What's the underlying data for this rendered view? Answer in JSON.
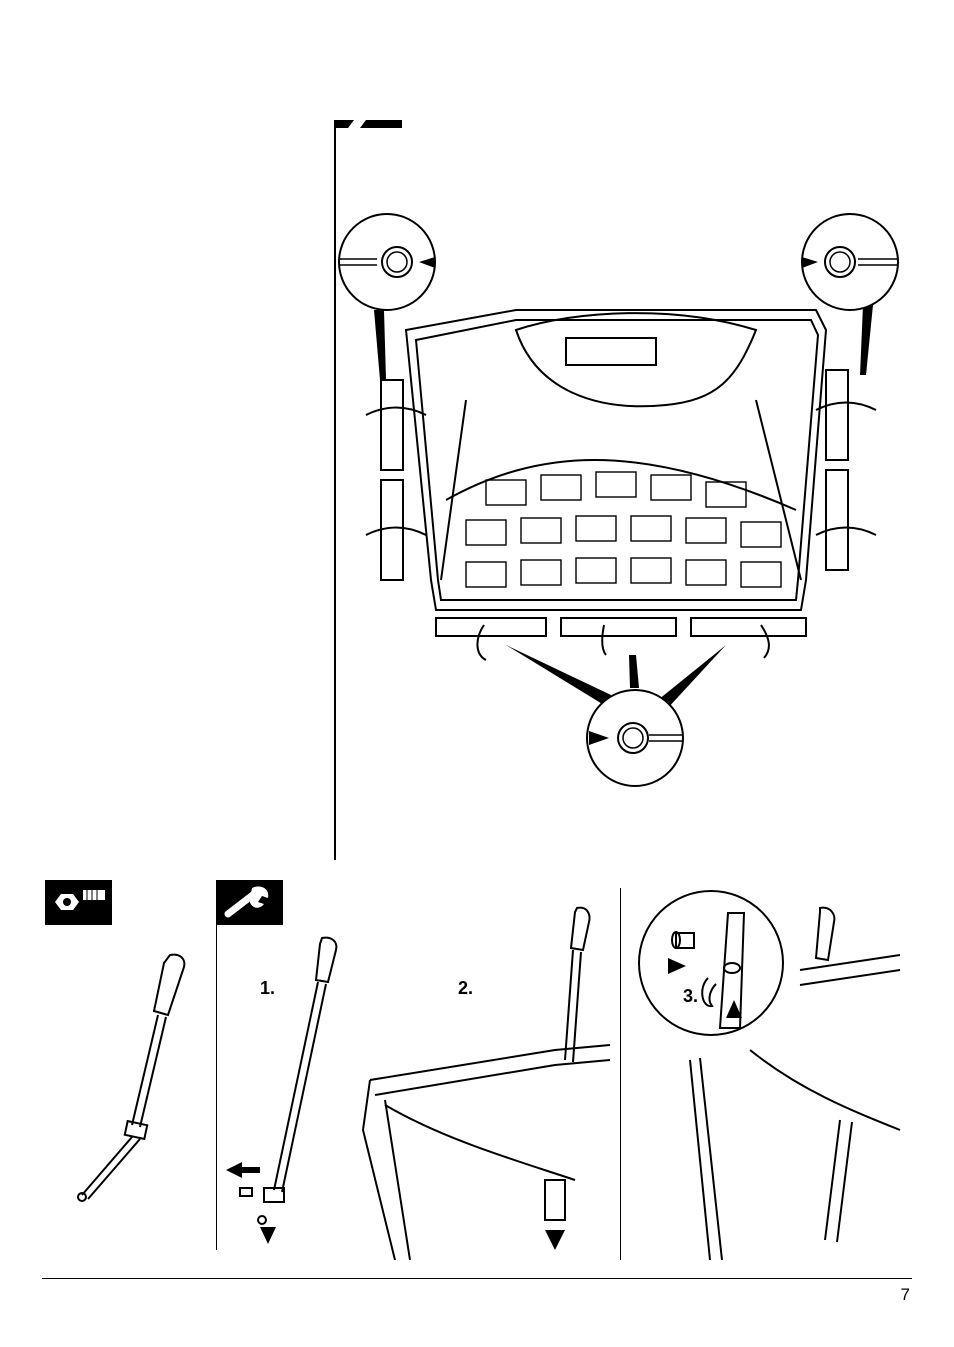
{
  "steps": {
    "step1": "1.",
    "step2": "2.",
    "step3": "3."
  },
  "footer": {
    "page_number": "7"
  },
  "icons": {
    "top_section": "speed-mark-icon",
    "parts": "nut-bolt-icon",
    "tools": "wrench-icon"
  }
}
